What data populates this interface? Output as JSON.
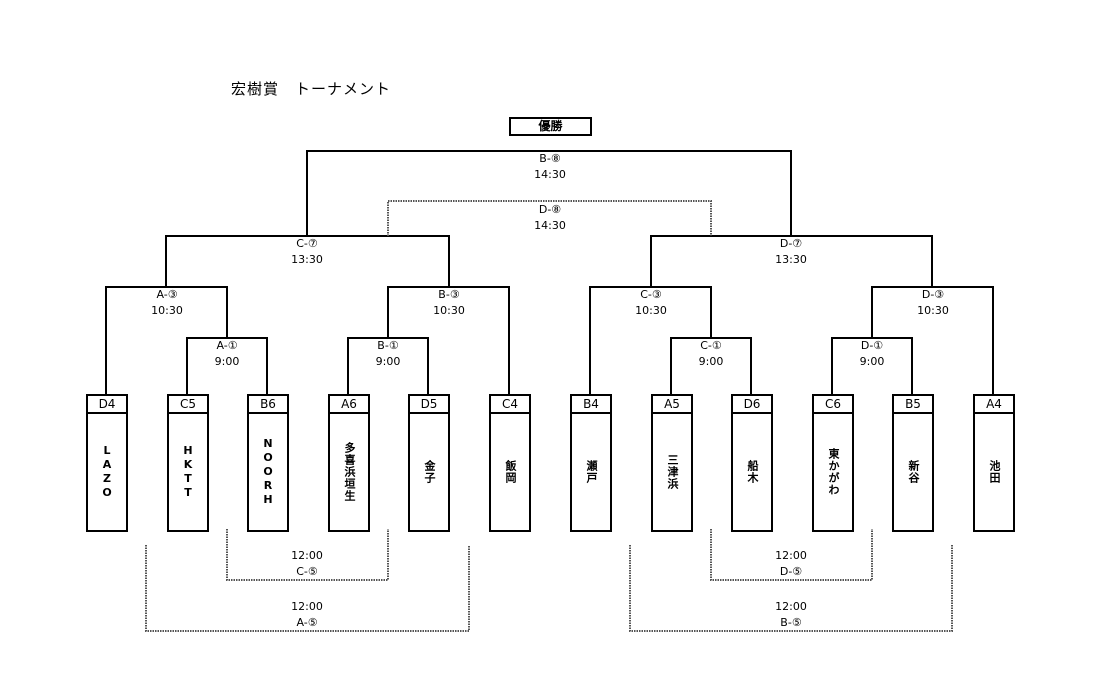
{
  "title": "宏樹賞　トーナメント",
  "champion_label": "優勝",
  "matches": {
    "final": {
      "code": "B-⑧",
      "time": "14:30"
    },
    "third": {
      "code": "D-⑧",
      "time": "14:30"
    },
    "semi_left": {
      "code": "C-⑦",
      "time": "13:30"
    },
    "semi_right": {
      "code": "D-⑦",
      "time": "13:30"
    },
    "a3": {
      "code": "A-③",
      "time": "10:30"
    },
    "b3": {
      "code": "B-③",
      "time": "10:30"
    },
    "c3": {
      "code": "C-③",
      "time": "10:30"
    },
    "d3": {
      "code": "D-③",
      "time": "10:30"
    },
    "a1": {
      "code": "A-①",
      "time": "9:00"
    },
    "b1": {
      "code": "B-①",
      "time": "9:00"
    },
    "c1": {
      "code": "C-①",
      "time": "9:00"
    },
    "d1": {
      "code": "D-①",
      "time": "9:00"
    },
    "c5": {
      "code": "C-⑤",
      "time": "12:00"
    },
    "a5": {
      "code": "A-⑤",
      "time": "12:00"
    },
    "d5": {
      "code": "D-⑤",
      "time": "12:00"
    },
    "b5": {
      "code": "B-⑤",
      "time": "12:00"
    }
  },
  "teams": [
    {
      "seed": "D4",
      "name": "LAZO"
    },
    {
      "seed": "C5",
      "name": "HKTT"
    },
    {
      "seed": "B6",
      "name": "NOORH"
    },
    {
      "seed": "A6",
      "name": "多喜浜垣生"
    },
    {
      "seed": "D5",
      "name": "金子"
    },
    {
      "seed": "C4",
      "name": "飯岡"
    },
    {
      "seed": "B4",
      "name": "瀬戸"
    },
    {
      "seed": "A5",
      "name": "三津浜"
    },
    {
      "seed": "D6",
      "name": "船木"
    },
    {
      "seed": "C6",
      "name": "東かがわ"
    },
    {
      "seed": "B5",
      "name": "新谷"
    },
    {
      "seed": "A4",
      "name": "池田"
    }
  ]
}
